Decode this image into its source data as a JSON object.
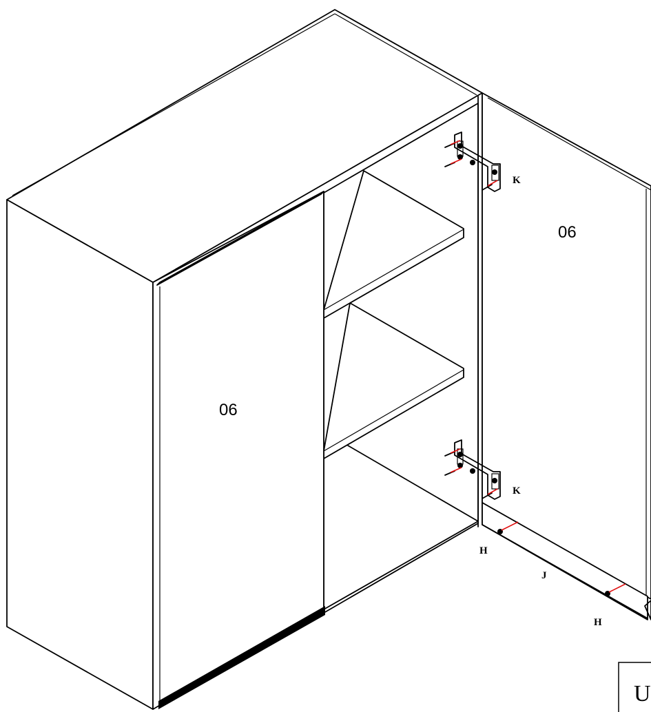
{
  "panels": {
    "left_door": "06",
    "right_door": "06"
  },
  "hardware": {
    "hinge_top": "K",
    "hinge_bottom": "K",
    "screw_left": "H",
    "screw_right": "H",
    "rail": "J"
  },
  "corner_box": {
    "text": "U"
  },
  "colors": {
    "line": "#000000",
    "screw_axis": "#e01010",
    "background": "#ffffff"
  }
}
